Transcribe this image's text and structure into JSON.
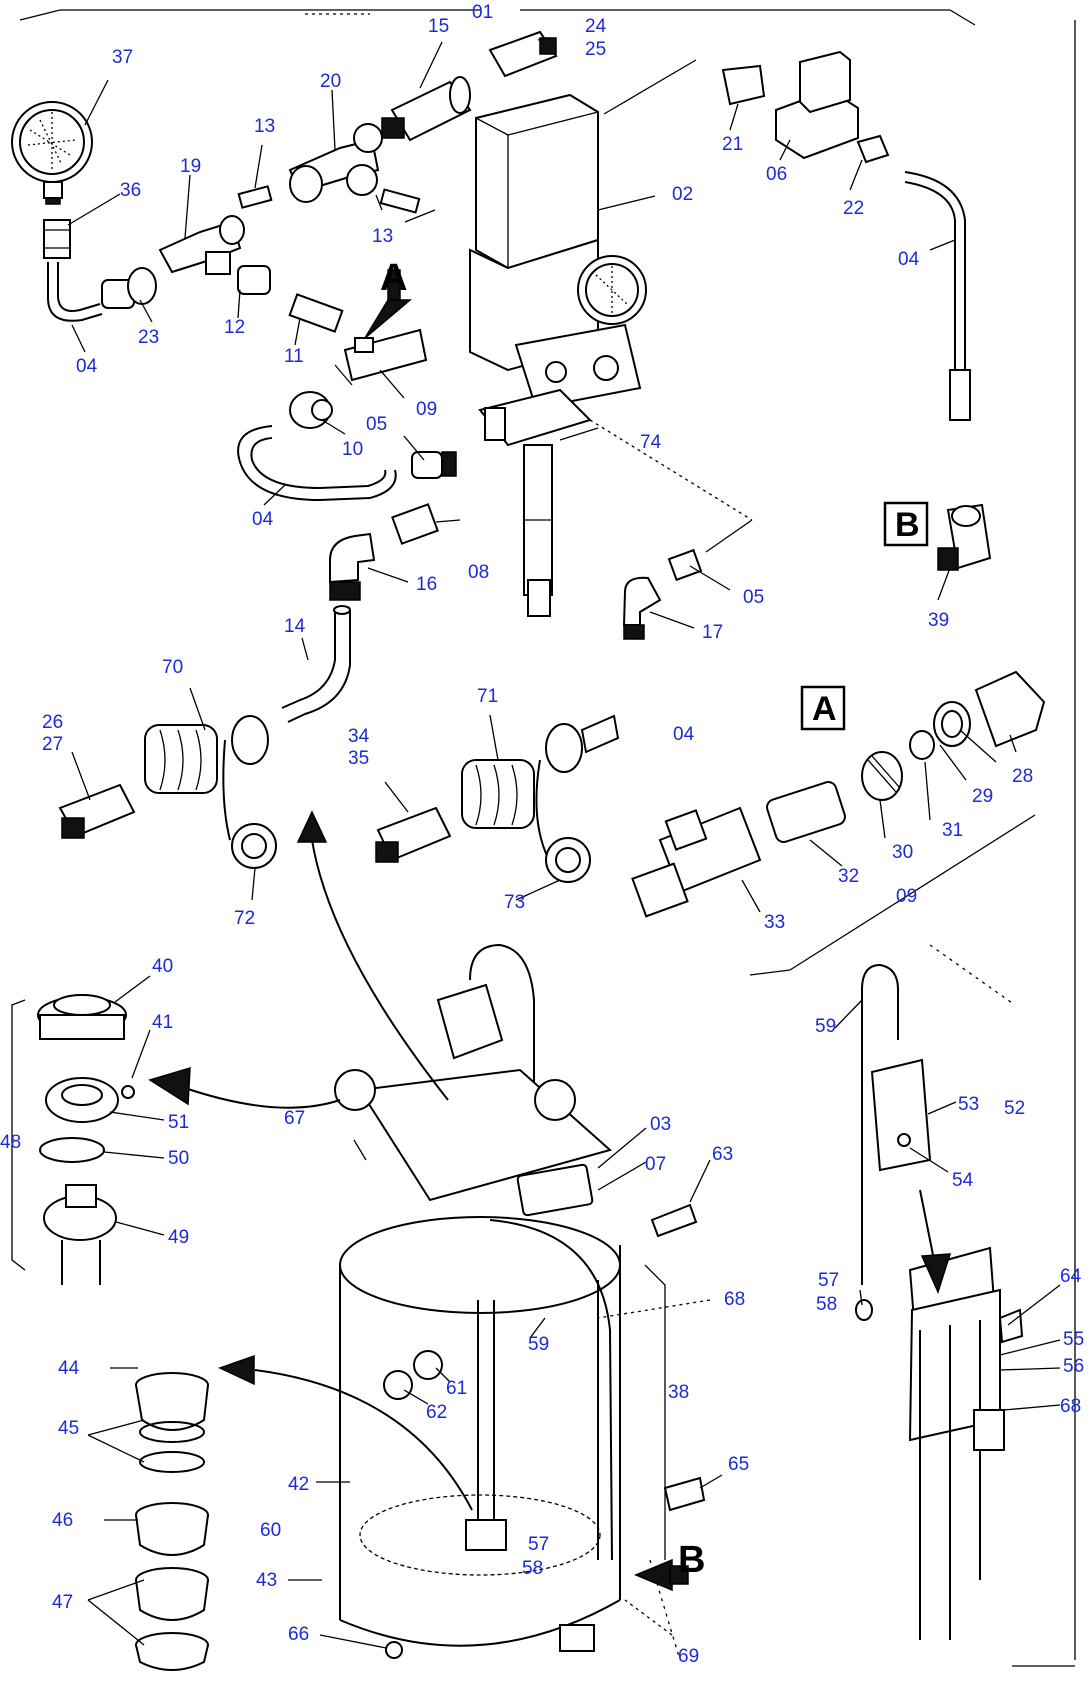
{
  "labels": {
    "p01": "01",
    "p02": "02",
    "p03": "03",
    "p04a": "04",
    "p04b": "04",
    "p04c": "04",
    "p04d": "04",
    "p05a": "05",
    "p05b": "05",
    "p06": "06",
    "p07": "07",
    "p08": "08",
    "p09a": "09",
    "p09b": "09",
    "p10": "10",
    "p11": "11",
    "p12": "12",
    "p13a": "13",
    "p13b": "13",
    "p14": "14",
    "p15": "15",
    "p16": "16",
    "p17": "17",
    "p19": "19",
    "p20": "20",
    "p21": "21",
    "p22": "22",
    "p23": "23",
    "p24": "24",
    "p25": "25",
    "p26": "26",
    "p27": "27",
    "p28": "28",
    "p29": "29",
    "p30": "30",
    "p31": "31",
    "p32": "32",
    "p33": "33",
    "p34": "34",
    "p35": "35",
    "p36": "36",
    "p37": "37",
    "p38": "38",
    "p39": "39",
    "p40": "40",
    "p41": "41",
    "p42": "42",
    "p43": "43",
    "p44": "44",
    "p45": "45",
    "p46": "46",
    "p47": "47",
    "p48": "48",
    "p49": "49",
    "p50": "50",
    "p51": "51",
    "p52": "52",
    "p53": "53",
    "p54": "54",
    "p55": "55",
    "p56": "56",
    "p57a": "57",
    "p58a": "58",
    "p57b": "57",
    "p58b": "58",
    "p59a": "59",
    "p59b": "59",
    "p60": "60",
    "p61": "61",
    "p62": "62",
    "p63": "63",
    "p64": "64",
    "p65": "65",
    "p66": "66",
    "p67": "67",
    "p68a": "68",
    "p68b": "68",
    "p69": "69",
    "p70": "70",
    "p71": "71",
    "p72": "72",
    "p73": "73",
    "p74": "74"
  },
  "details": {
    "detail_a_box": "A",
    "detail_b_box": "B",
    "arrow_a": "A",
    "arrow_b": "B"
  }
}
